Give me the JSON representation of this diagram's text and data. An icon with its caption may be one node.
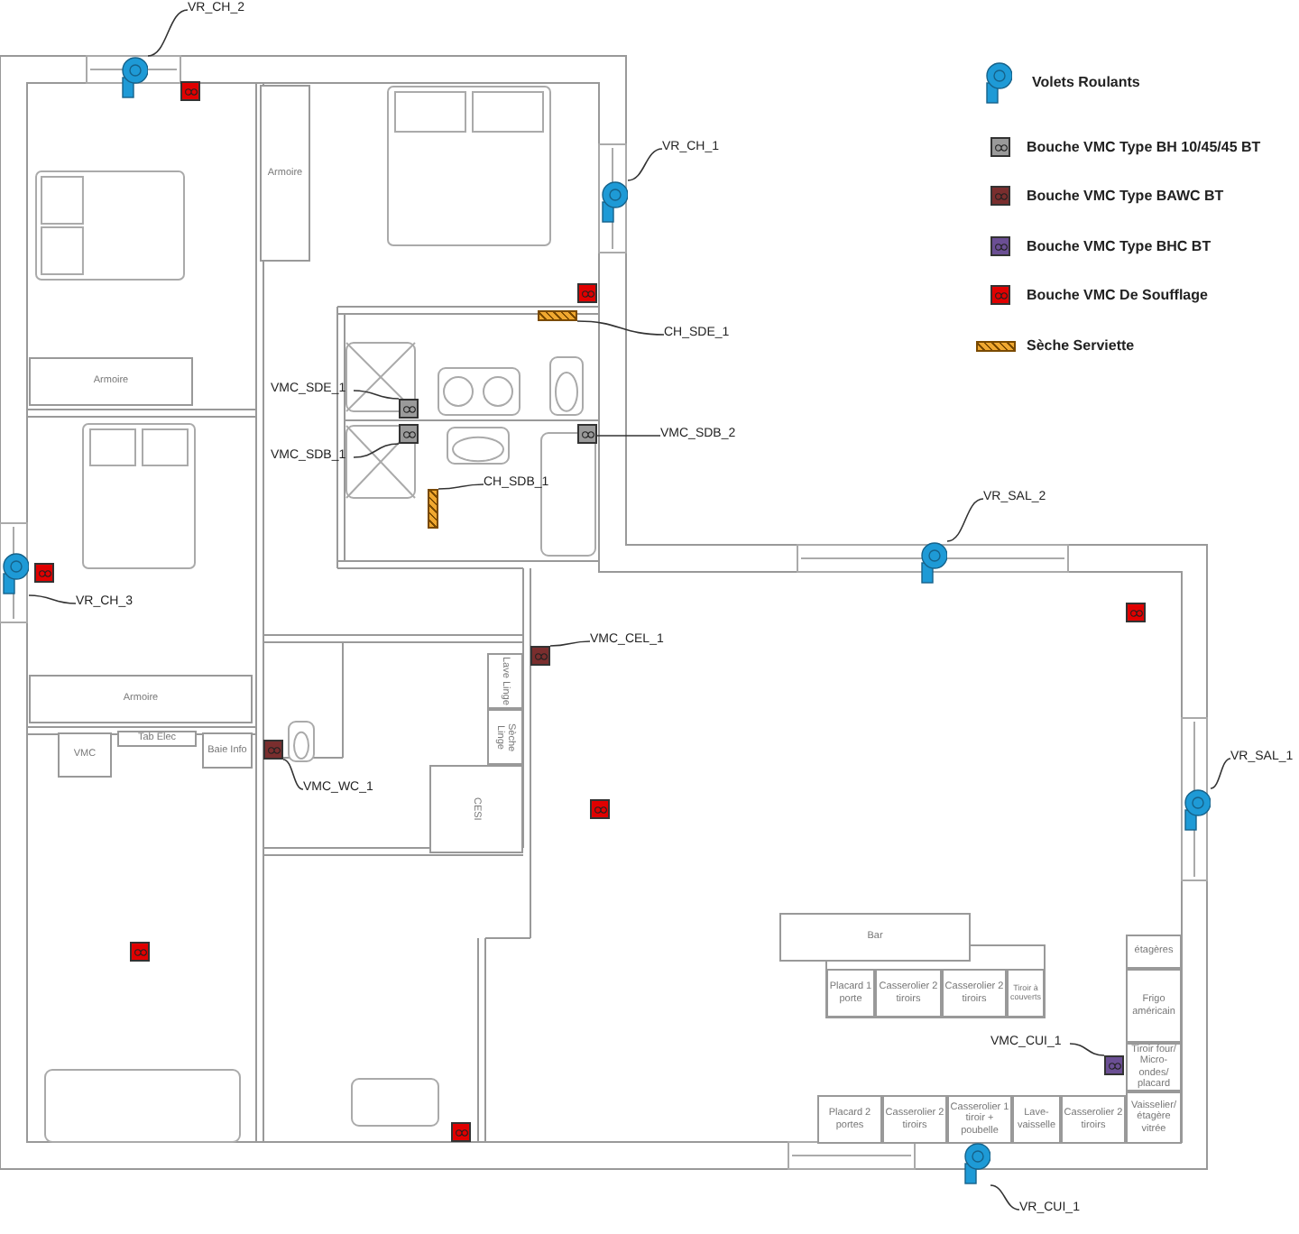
{
  "diagram": {
    "nodes": [
      {
        "text": [
          "VR_CH_2"
        ]
      },
      {
        "text": [],
        "shape": "picture"
      },
      {
        "text": [],
        "shape": "box"
      },
      {
        "text": [
          "Armoire"
        ]
      },
      {
        "text": [
          "VR_CH_1"
        ]
      },
      {
        "text": [],
        "shape": "picture"
      },
      {
        "text": [],
        "shape": "box"
      },
      {
        "text": [
          "CH_SDE_1"
        ]
      },
      {
        "text": [],
        "shape": "bar"
      },
      {
        "text": [
          "Armoire"
        ]
      },
      {
        "text": [
          "VMC_SDE_1"
        ]
      },
      {
        "text": [],
        "shape": "box"
      },
      {
        "text": [
          "VMC_SDB_1"
        ]
      },
      {
        "text": [],
        "shape": "box"
      },
      {
        "text": [],
        "shape": "box"
      },
      {
        "text": [
          "VMC_SDB_2"
        ]
      },
      {
        "text": [
          "CH_SDB_1"
        ]
      },
      {
        "text": [],
        "shape": "bar"
      },
      {
        "text": [
          "VR_SAL_2"
        ]
      },
      {
        "text": [],
        "shape": "picture"
      },
      {
        "text": [
          "VR_CH_3"
        ]
      },
      {
        "text": [],
        "shape": "picture"
      },
      {
        "text": [],
        "shape": "box"
      },
      {
        "text": [],
        "shape": "box"
      },
      {
        "text": [
          "VMC_CEL_1"
        ]
      },
      {
        "text": [],
        "shape": "box"
      },
      {
        "text": [
          "Armoire"
        ]
      },
      {
        "text": [
          "Lave Linge"
        ]
      },
      {
        "text": [
          "Sèche Linge"
        ]
      },
      {
        "text": [
          "VMC"
        ]
      },
      {
        "text": [
          "Tab Elec"
        ]
      },
      {
        "text": [
          "Baie Info"
        ]
      },
      {
        "text": [],
        "shape": "box"
      },
      {
        "text": [
          "VMC_WC_1"
        ]
      },
      {
        "text": [
          "CESI"
        ]
      },
      {
        "text": [
          "VR_SAL_1"
        ]
      },
      {
        "text": [],
        "shape": "picture"
      },
      {
        "text": [],
        "shape": "box"
      },
      {
        "text": [],
        "shape": "box"
      },
      {
        "text": [
          "Bar"
        ]
      },
      {
        "text": [
          "étagères"
        ]
      },
      {
        "text": [
          "Placard 1 porte"
        ]
      },
      {
        "text": [
          "Casserolier 2 tiroirs"
        ]
      },
      {
        "text": [
          "Casserolier 2 tiroirs"
        ]
      },
      {
        "text": [
          "Tiroir à couverts"
        ]
      },
      {
        "text": [
          "Frigo américain"
        ]
      },
      {
        "text": [
          "VMC_CUI_1"
        ]
      },
      {
        "text": [],
        "shape": "box"
      },
      {
        "text": [
          "Tiroir four/ Micro-ondes/ placard"
        ]
      },
      {
        "text": [
          "Placard 2 portes"
        ]
      },
      {
        "text": [
          "Casserolier 2 tiroirs"
        ]
      },
      {
        "text": [
          "Casserolier 1 tiroir + poubelle"
        ]
      },
      {
        "text": [
          "Lave-vaisselle"
        ]
      },
      {
        "text": [
          "Casserolier 2 tiroirs"
        ]
      },
      {
        "text": [
          "Vaisselier/ étagère vitrée"
        ]
      },
      {
        "text": [],
        "shape": "box"
      },
      {
        "text": [],
        "shape": "picture"
      },
      {
        "text": [
          "VR_CUI_1"
        ]
      }
    ],
    "edges": [
      {
        "from": 0,
        "to": 1,
        "arrow": "none"
      },
      {
        "from": 4,
        "to": 5,
        "arrow": "none"
      },
      {
        "from": 7,
        "to": 8,
        "arrow": "none"
      },
      {
        "from": 10,
        "to": 11,
        "arrow": "none"
      },
      {
        "from": 12,
        "to": 13,
        "arrow": "none"
      },
      {
        "from": 15,
        "to": 14,
        "arrow": "none"
      },
      {
        "from": 16,
        "to": 17,
        "arrow": "none"
      },
      {
        "from": 18,
        "to": 19,
        "arrow": "none"
      },
      {
        "from": 20,
        "to": 21,
        "arrow": "none"
      },
      {
        "from": 24,
        "to": 25,
        "arrow": "none"
      },
      {
        "from": 33,
        "to": 32,
        "arrow": "none"
      },
      {
        "from": 35,
        "to": 36,
        "arrow": "none"
      },
      {
        "from": 46,
        "to": 47,
        "arrow": "none"
      },
      {
        "from": 57,
        "to": 56,
        "arrow": "none"
      }
    ],
    "legend": [
      {
        "text": "Volets Roulants"
      },
      {
        "text": "Bouche VMC Type BH 10/45/45 BT",
        "color": "#9a9a9a"
      },
      {
        "text": "Bouche VMC Type BAWC BT",
        "color": "#7a2e2e"
      },
      {
        "text": "Bouche VMC Type BHC BT",
        "color": "#6b4f94"
      },
      {
        "text": "Bouche VMC De Soufflage",
        "color": "#e00000"
      },
      {
        "text": "Sèche Serviette"
      }
    ]
  }
}
